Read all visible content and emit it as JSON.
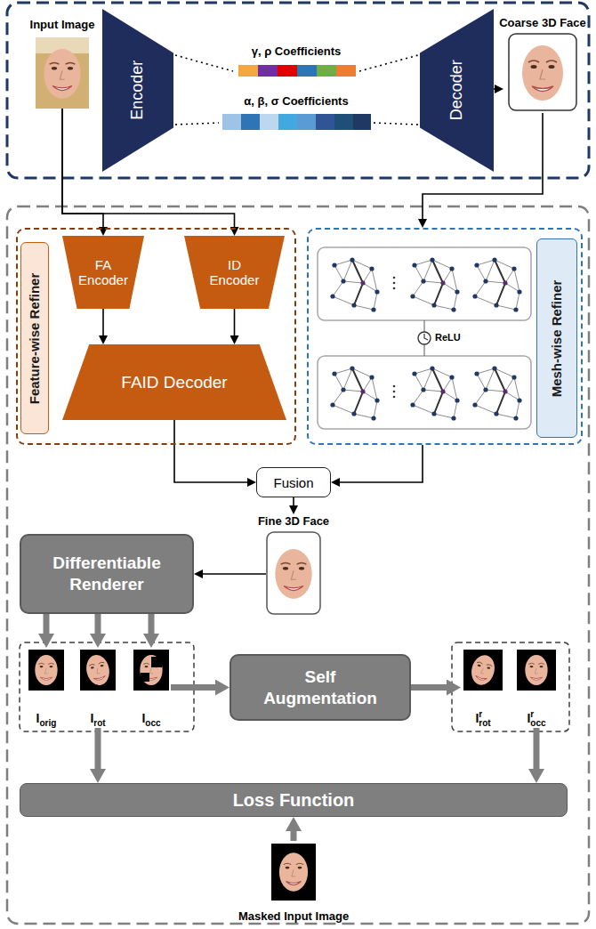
{
  "diagram": {
    "nodes": [
      {
        "text": [
          "Input Image"
        ]
      },
      {
        "text": [
          "Encoder"
        ]
      },
      {
        "text": [
          "Decoder"
        ]
      },
      {
        "text": [
          "Coarse 3D Face"
        ]
      },
      {
        "text": [
          "Feature-wise Refiner"
        ]
      },
      {
        "text": [
          "FA Encoder"
        ],
        "in": 4
      },
      {
        "text": [
          "ID Encoder"
        ],
        "in": 4
      },
      {
        "text": [
          "FAID Decoder"
        ],
        "in": 4
      },
      {
        "text": [
          "Mesh-wise Refiner"
        ]
      },
      {
        "text": [
          "Fusion"
        ]
      },
      {
        "text": [
          "Fine 3D Face"
        ]
      },
      {
        "text": [
          "Differentiable Renderer"
        ]
      },
      {
        "text": [
          "I",
          "orig"
        ]
      },
      {
        "text": [
          "I",
          "rot"
        ]
      },
      {
        "text": [
          "I",
          "occ"
        ]
      },
      {
        "text": [
          "Self Augmentation"
        ]
      },
      {
        "text": [
          "I",
          "r",
          "rot"
        ]
      },
      {
        "text": [
          "I",
          "r",
          "occ"
        ]
      },
      {
        "text": [
          "Loss Function"
        ]
      },
      {
        "text": [
          "Masked Input Image"
        ]
      }
    ],
    "edges": [
      {
        "from": 0,
        "to": 5,
        "arrow": "to"
      },
      {
        "from": 0,
        "to": 6,
        "arrow": "to"
      },
      {
        "from": 2,
        "to": 3,
        "arrow": "to"
      },
      {
        "from": 3,
        "to": 8,
        "arrow": "to"
      },
      {
        "from": 5,
        "to": 7,
        "arrow": "to"
      },
      {
        "from": 6,
        "to": 7,
        "arrow": "to"
      },
      {
        "from": 7,
        "to": 9,
        "arrow": "to"
      },
      {
        "from": 8,
        "to": 9,
        "arrow": "to"
      },
      {
        "from": 9,
        "to": 10,
        "arrow": "to"
      },
      {
        "from": 10,
        "to": 11,
        "arrow": "to"
      },
      {
        "from": 11,
        "to": 12,
        "arrow": "to"
      },
      {
        "from": 11,
        "to": 13,
        "arrow": "to"
      },
      {
        "from": 11,
        "to": 14,
        "arrow": "to"
      },
      {
        "from": 14,
        "to": 15,
        "arrow": "to"
      },
      {
        "from": 15,
        "to": 16,
        "arrow": "to"
      },
      {
        "from": 13,
        "to": 18,
        "arrow": "to"
      },
      {
        "from": 17,
        "to": 18,
        "arrow": "to"
      },
      {
        "from": 19,
        "to": 18,
        "arrow": "to"
      }
    ],
    "labels": [
      "γ, ρ Coefficients",
      "α, β, σ Coefficients",
      "ReLU"
    ]
  }
}
